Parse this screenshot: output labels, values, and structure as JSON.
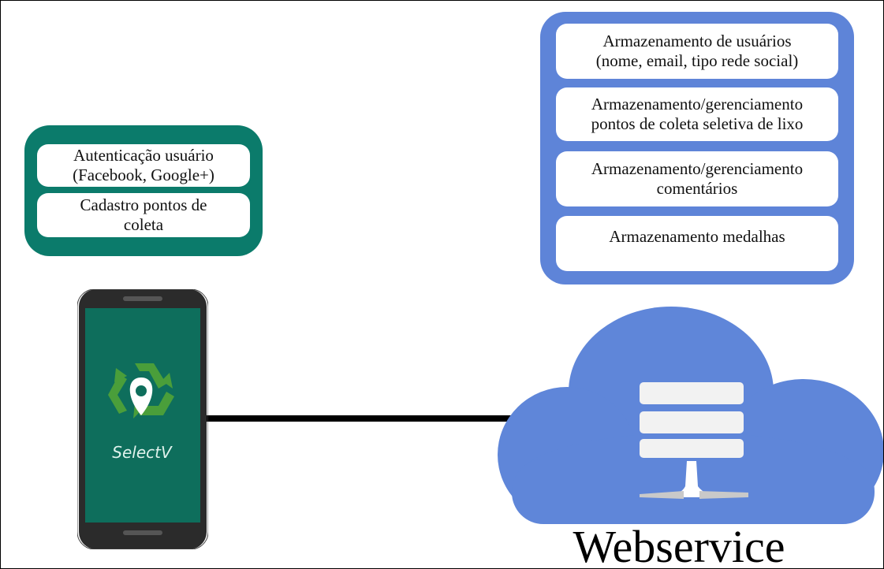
{
  "app_panel": {
    "items": [
      "Autenticação usuário\n(Facebook, Google+)",
      "Cadastro pontos de\ncoleta"
    ]
  },
  "server_panel": {
    "items": [
      "Armazenamento de usuários\n(nome, email, tipo rede social)",
      "Armazenamento/gerenciamento\npontos de coleta seletiva de lixo",
      "Armazenamento/gerenciamento\ncomentários",
      "Armazenamento medalhas"
    ]
  },
  "phone": {
    "app_name": "SelectV",
    "icon": "recycle-location-icon"
  },
  "cloud": {
    "label": "Webservice",
    "icon": "server-stack-icon"
  },
  "colors": {
    "green_panel": "#0b7b6b",
    "blue_panel": "#5e84d8",
    "phone_screen": "#0e6e5c",
    "phone_body": "#2b2b2b",
    "recycle_green": "#4a9e3a",
    "cloud_blue": "#5f86d9"
  }
}
